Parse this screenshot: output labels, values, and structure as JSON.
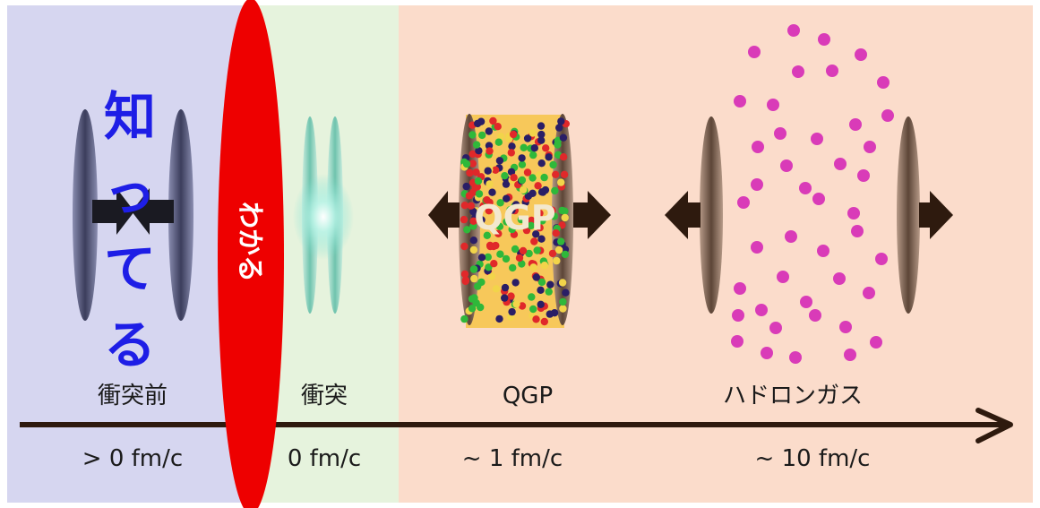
{
  "stages": [
    {
      "name": "衝突前",
      "time": "> 0 fm/c"
    },
    {
      "name": "衝突",
      "time": "0 fm/c"
    },
    {
      "name": "QGP",
      "time": "~ 1 fm/c"
    },
    {
      "name": "ハドロンガス",
      "time": "~ 10 fm/c"
    }
  ],
  "overlay": {
    "blue_text": "知ってる",
    "red_text": "わかる",
    "qgp_label": "QGP"
  },
  "colors": {
    "before_bg": "#d6d6f0",
    "collision_bg": "#e6f3dd",
    "later_bg": "#fbdccb",
    "red_ellipse": "#ee0000",
    "blue_text": "#1e1ee6",
    "hadron_dot": "#d93bb8",
    "arrow": "#2e1a0e"
  }
}
